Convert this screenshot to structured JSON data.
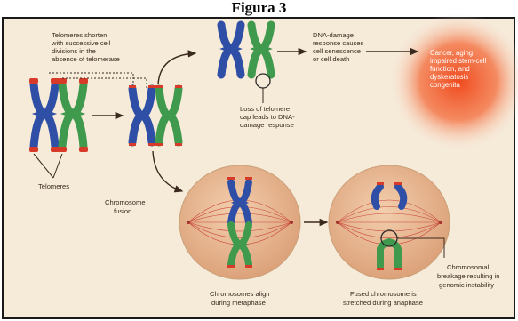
{
  "figure_title": "Figura 3",
  "labels": {
    "telomeres_shorten": [
      "Telomeres shorten",
      "with successive cell",
      "divisions in the",
      "absence of telomerase"
    ],
    "telomeres": "Telomeres",
    "chromosome_fusion": [
      "Chromosome",
      "fusion"
    ],
    "loss_of_cap": [
      "Loss of telomere",
      "cap leads to DNA-",
      "damage response"
    ],
    "dna_damage_response": [
      "DNA-damage",
      "response causes",
      "cell senescence",
      "or cell death"
    ],
    "outcome": [
      "Cancer, aging,",
      "impaired stem-cell",
      "function, and",
      "dyskeratosis",
      "congenita"
    ],
    "metaphase": [
      "Chromosomes align",
      "during metaphase"
    ],
    "anaphase": [
      "Fused chromosome is",
      "stretched during anaphase"
    ],
    "breakage": [
      "Chromosomal",
      "breakage resulting in",
      "genomic instability"
    ]
  },
  "colors": {
    "background": "#f6ead9",
    "blue_chromosome": "#2f4fa6",
    "green_chromosome": "#3f9a4e",
    "telomere_red": "#d83a2a",
    "cell_fill": "#e7b58f",
    "cell_line": "#c9443a",
    "outcome_glow": "#f04a1e"
  }
}
